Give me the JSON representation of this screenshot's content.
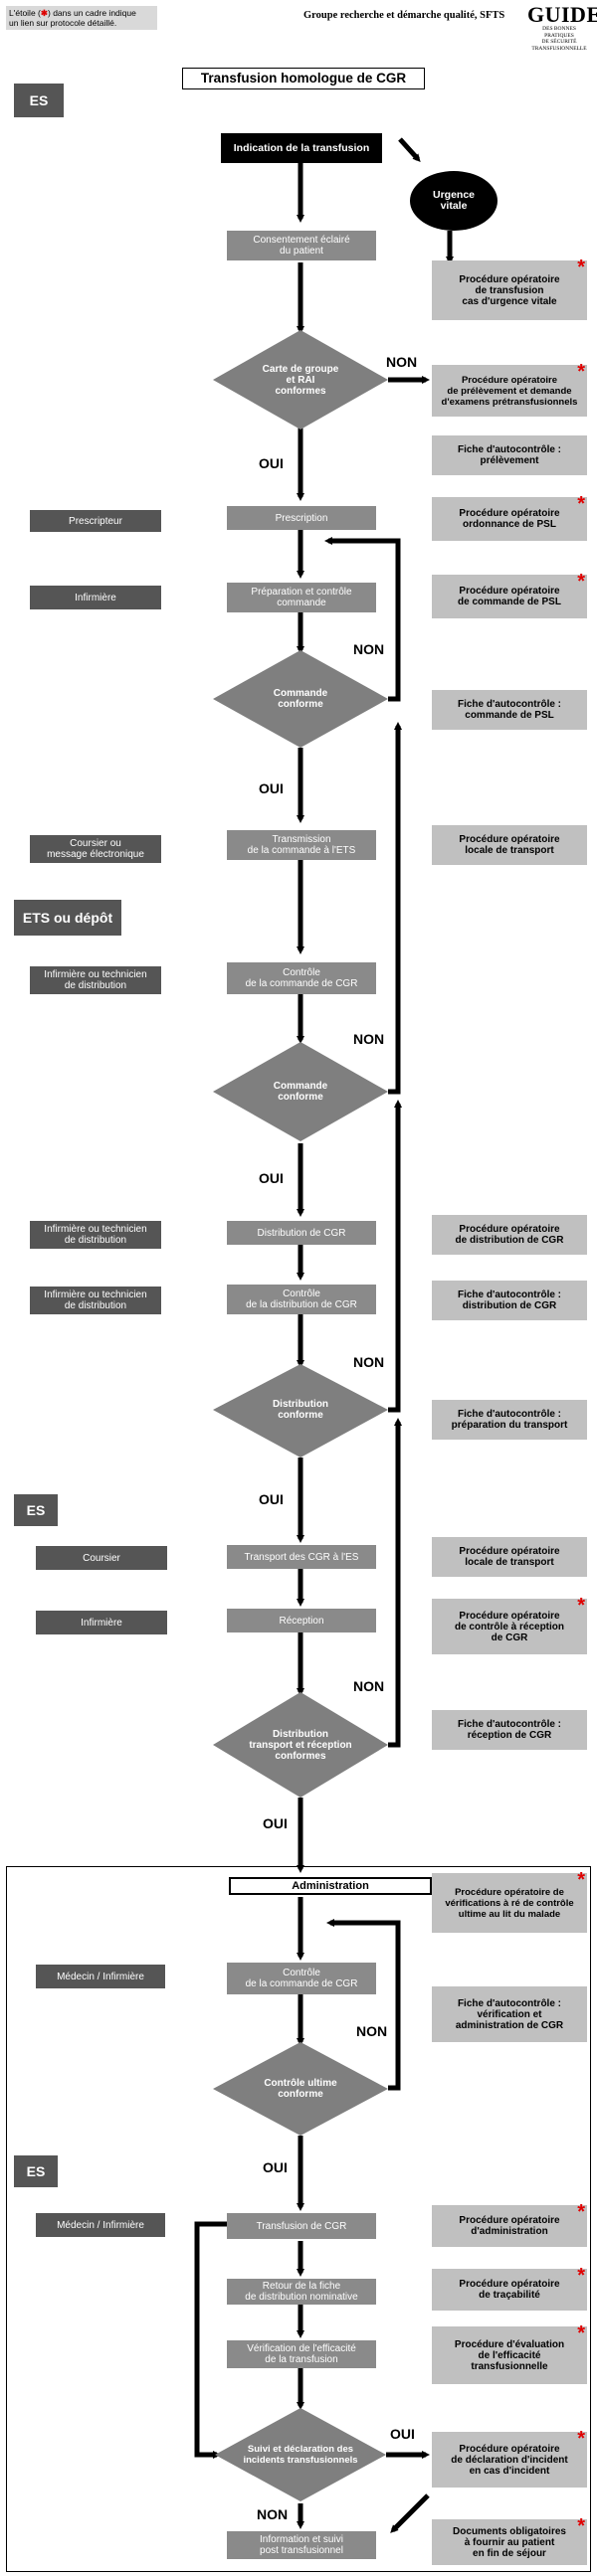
{
  "note": {
    "before": "L'étoile (",
    "star": "✱",
    "after": ") dans un cadre indique\nun lien sur protocole détaillé."
  },
  "header": {
    "org": "Groupe recherche et démarche qualité, SFTS"
  },
  "logo": {
    "big": "GUIDE",
    "small": "DES BONNES\nPRATIQUES\nDE SÉCURITÉ\nTRANSFUSIONNELLE"
  },
  "title": "Transfusion homologue de CGR",
  "sections": {
    "es1": "ES",
    "ets": "ETS ou dépôt",
    "es2": "ES",
    "es3": "ES"
  },
  "roles": {
    "prescripteur": "Prescripteur",
    "infirmiere1": "Infirmière",
    "coursier1": "Coursier ou\nmessage électronique",
    "inf_tech1": "Infirmière ou technicien\nde distribution",
    "inf_tech2": "Infirmière ou technicien\nde distribution",
    "inf_tech3": "Infirmière ou technicien\nde distribution",
    "coursier2": "Coursier",
    "infirmiere2": "Infirmière",
    "med_inf1": "Médecin / Infirmière",
    "med_inf2": "Médecin / Infirmière"
  },
  "steps": {
    "indication": "Indication de la transfusion",
    "urgence": "Urgence\nvitale",
    "consentement": "Consentement éclairé\ndu patient",
    "prescription": "Prescription",
    "preparation": "Préparation et contrôle\ncommande",
    "transmission": "Transmission\nde la commande à l'ETS",
    "controle_cmd": "Contrôle\nde la commande de CGR",
    "distribution": "Distribution de CGR",
    "controle_distrib": "Contrôle\nde la distribution de CGR",
    "transport": "Transport des CGR à l'ES",
    "reception": "Réception",
    "administration": "Administration",
    "controle_cmd2": "Contrôle\nde la commande de CGR",
    "transfusion": "Transfusion de CGR",
    "retour": "Retour de la fiche\nde distribution nominative",
    "verification": "Vérification de l'efficacité\nde la transfusion",
    "information": "Information et suivi\npost transfusionnel"
  },
  "decisions": {
    "carte": "Carte de groupe\net RAI\nconformes",
    "commande1": "Commande\nconforme",
    "commande2": "Commande\nconforme",
    "distribution": "Distribution\nconforme",
    "transport": "Distribution\ntransport et réception\nconformes",
    "ultime": "Contrôle ultime\nconforme",
    "suivi": "Suivi et déclaration des\nincidents transfusionnels"
  },
  "labels": {
    "oui": "OUI",
    "non": "NON"
  },
  "docs": {
    "d1": "Procédure opératoire\nde transfusion\ncas d'urgence vitale",
    "d2": "Procédure opératoire\nde prélèvement et demande\nd'examens prétransfusionnels",
    "d3": "Fiche d'autocontrôle :\nprélèvement",
    "d4": "Procédure opératoire\nordonnance de PSL",
    "d5": "Procédure opératoire\nde commande de PSL",
    "d6": "Fiche d'autocontrôle :\ncommande de PSL",
    "d7": "Procédure opératoire\nlocale de transport",
    "d8": "Procédure opératoire\nde distribution de CGR",
    "d9": "Fiche d'autocontrôle :\ndistribution de CGR",
    "d10": "Fiche d'autocontrôle :\npréparation du transport",
    "d11": "Procédure opératoire\nlocale de transport",
    "d12": "Procédure opératoire\nde contrôle à réception\nde CGR",
    "d13": "Fiche d'autocontrôle :\nréception de CGR",
    "d14": "Procédure opératoire de\nvérifications à ré de contrôle\nultime au lit du malade",
    "d15": "Fiche d'autocontrôle :\nvérification et\nadministration de CGR",
    "d16": "Procédure opératoire\nd'administration",
    "d17": "Procédure opératoire\nde traçabilité",
    "d18": "Procédure d'évaluation\nde l'efficacité\ntransfusionnelle",
    "d19": "Procédure opératoire\nde déclaration d'incident\nen cas d'incident",
    "d20": "Documents obligatoires\nà fournir au patient\nen fin de séjour"
  },
  "colors": {
    "section": "#555555",
    "step": "#8a8a8a",
    "doc": "#c0c0c0",
    "diamond": "#7f7f7f",
    "star": "#e00000"
  }
}
